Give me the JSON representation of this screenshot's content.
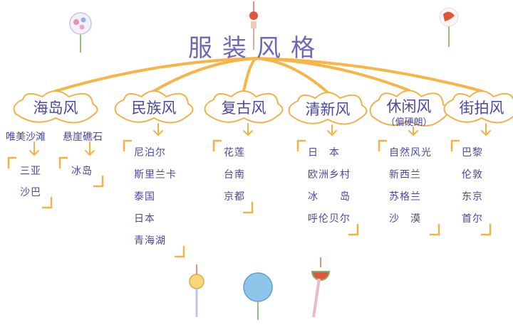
{
  "title": "服装风格",
  "categories": [
    {
      "name": "海岛风",
      "sub": "",
      "branches": [
        {
          "label": "唯美沙滩",
          "places": [
            "三亚",
            "沙巴"
          ]
        },
        {
          "label": "悬崖礁石",
          "places": [
            "冰岛"
          ]
        }
      ]
    },
    {
      "name": "民族风",
      "sub": "",
      "places": [
        "尼泊尔",
        "斯里兰卡",
        "泰国",
        "日本",
        "青海湖"
      ]
    },
    {
      "name": "复古风",
      "sub": "",
      "places": [
        "花莲",
        "台南",
        "京都"
      ]
    },
    {
      "name": "清新风",
      "sub": "",
      "places": [
        "日　本",
        "欧洲乡村",
        "冰　　岛",
        "呼伦贝尔"
      ]
    },
    {
      "name": "休闲风",
      "sub": "（偏硬朗）",
      "places": [
        "自然风光",
        "新西兰",
        "苏格兰",
        "沙　漠"
      ]
    },
    {
      "name": "街拍风",
      "sub": "",
      "places": [
        "巴黎",
        "伦敦",
        "东京",
        "首尔"
      ]
    }
  ],
  "colors": {
    "branch": "#f6b547",
    "bracket": "#f3b246",
    "cloud_stroke": "#f0b24a",
    "text": "#4a48a0",
    "title": "#6f67b8"
  }
}
